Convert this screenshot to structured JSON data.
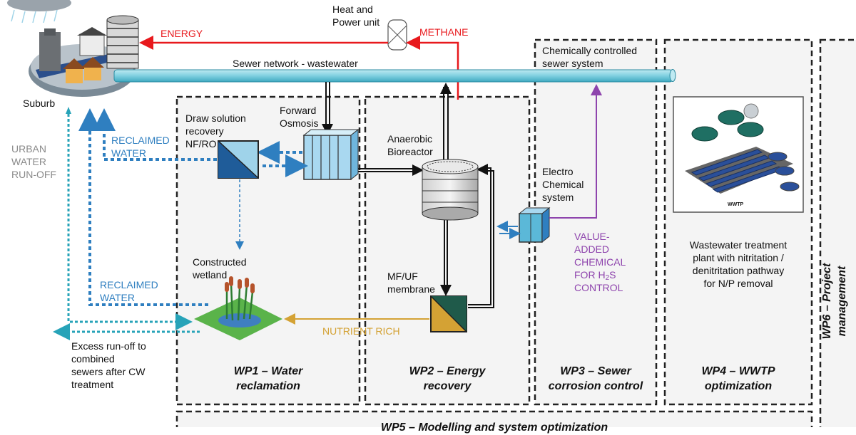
{
  "labels": {
    "heat_power": "Heat and\nPower unit",
    "energy": "ENERGY",
    "methane": "METHANE",
    "sewer_network": "Sewer network - wastewater",
    "suburb": "Suburb",
    "urban_runoff": "URBAN\nWATER\nRUN-OFF",
    "reclaimed_water_top": "RECLAIMED\nWATER",
    "reclaimed_water_bottom": "RECLAIMED\nWATER",
    "draw_solution": "Draw solution\nrecovery\nNF/RO",
    "forward_osmosis": "Forward\nOsmosis",
    "anaerobic_bioreactor": "Anaerobic\nBioreactor",
    "constructed_wetland": "Constructed\nwetland",
    "mf_uf": "MF/UF\nmembrane",
    "nutrient_rich": "NUTRIENT RICH",
    "excess_runoff": "Excess run-off to\ncombined\nsewers after CW\ntreatment",
    "chem_sewer": "Chemically controlled\nsewer system",
    "electro_chem": "Electro\nChemical\nsystem",
    "value_added_1": "VALUE-\nADDED\nCHEMICAL\nFOR H",
    "value_added_sub": "2",
    "value_added_2": "S\nCONTROL",
    "wwtp_icon_label": "WWTP",
    "wwtp_desc": "Wastewater treatment\nplant with nitritation /\ndenitritation pathway\nfor N/P removal"
  },
  "work_packages": {
    "wp1": "WP1 – Water\nreclamation",
    "wp2": "WP2 – Energy\nrecovery",
    "wp3": "WP3 – Sewer\ncorrosion control",
    "wp4": "WP4 – WWTP\noptimization",
    "wp5": "WP5 – Modelling and system optimization",
    "wp6": "WP6 – Project management"
  },
  "colors": {
    "energy_red": "#e8191d",
    "reclaimed_blue": "#2f7fc0",
    "runoff_teal": "#27a3b8",
    "nutrient_orange": "#d4a234",
    "chemical_purple": "#8e44ad",
    "sewer_pipe": "#7fd0e0"
  }
}
